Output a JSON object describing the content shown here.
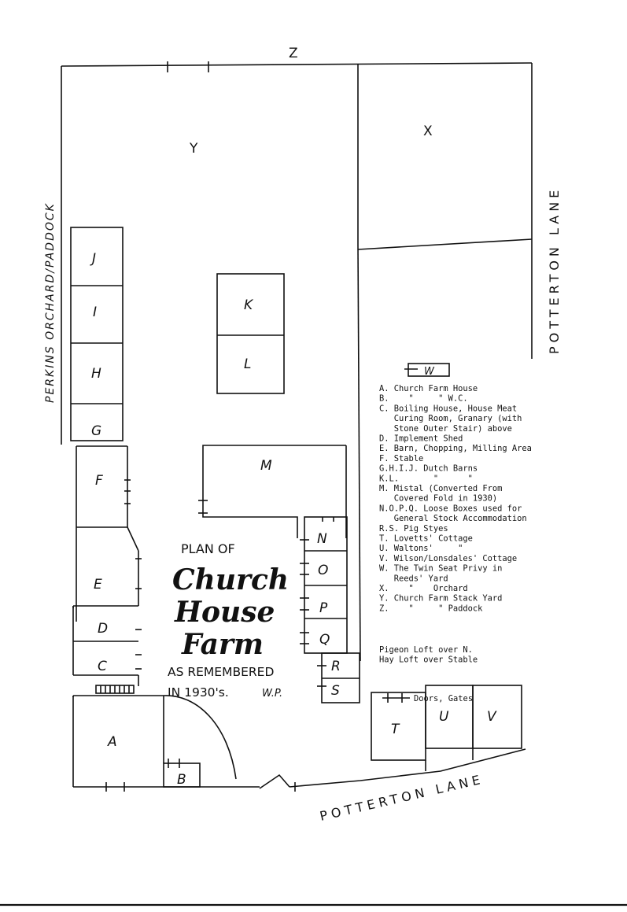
{
  "plan": {
    "title_line1": "PLAN OF",
    "title_line2": "Church",
    "title_line3": "House",
    "title_line4": "Farm",
    "subtitle_line1": "AS REMEMBERED",
    "subtitle_line2": "IN 1930's.",
    "initials": "W.P."
  },
  "roads": {
    "potterton_lane_east": "POTTERTON LANE",
    "potterton_lane_south": "POTTERTON LANE",
    "perkins_orchard": "PERKINS ORCHARD/PADDOCK"
  },
  "areas": {
    "Z": "Z",
    "Y": "Y",
    "X": "X",
    "J": "J",
    "I": "I",
    "H": "H",
    "G": "G",
    "K": "K",
    "L": "L",
    "M": "M",
    "F": "F",
    "E": "E",
    "D": "D",
    "C": "C",
    "A": "A",
    "B": "B",
    "N": "N",
    "O": "O",
    "P": "P",
    "Q": "Q",
    "R": "R",
    "S": "S",
    "T": "T",
    "U": "U",
    "V": "V",
    "W": "W"
  },
  "legend": [
    "A. Church Farm House",
    "B.    \"     \" W.C.",
    "C. Boiling House, House Meat",
    "   Curing Room, Granary (with",
    "   Stone Outer Stair) above",
    "D. Implement Shed",
    "E. Barn, Chopping, Milling Area",
    "F. Stable",
    "G.H.I.J. Dutch Barns",
    "K.L.       \"      \"",
    "M. Mistal (Converted From",
    "   Covered Fold in 1930)",
    "N.O.P.Q. Loose Boxes used for",
    "   General Stock Accommodation",
    "R.S. Pig Styes",
    "T. Lovetts' Cottage",
    "U. Waltons'     \"",
    "V. Wilson/Lonsdales' Cottage",
    "W. The Twin Seat Privy in",
    "   Reeds' Yard",
    "X.    \"    Orchard",
    "Y. Church Farm Stack Yard",
    "Z.    \"     \" Paddock"
  ],
  "notes": [
    "Pigeon Loft over N.",
    "Hay Loft over Stable"
  ],
  "key": {
    "doors_gates": "Doors, Gates"
  }
}
